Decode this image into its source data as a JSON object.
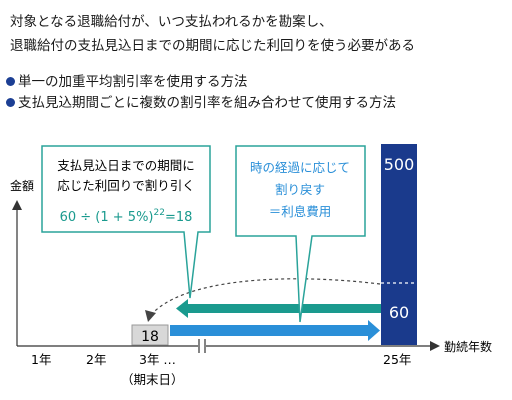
{
  "intro": {
    "line1": "対象となる退職給付が、いつ支払われるかを勘案し、",
    "line2": "退職給付の支払見込日までの期間に応じた利回りを使う必要がある"
  },
  "methods": [
    {
      "label": "単一の加重平均割引率を使用する方法"
    },
    {
      "label": "支払見込期間ごとに複数の割引率を組み合わせて使用する方法"
    }
  ],
  "diagram": {
    "y_axis_label": "金額",
    "x_axis_label": "勤続年数",
    "ticks": [
      "1年",
      "2年",
      "3年 …",
      "25年"
    ],
    "tick_sub": "（期末日）",
    "present_value": "18",
    "future_value_top": "500",
    "future_value_bottom": "60",
    "callout_left": {
      "line1": "支払見込日までの期間に",
      "line2": "応じた利回りで割り引く",
      "formula_a": "60 ÷ (1 + ",
      "formula_rate": "5%",
      "formula_b": ")",
      "formula_exp": "22",
      "formula_c": "=18"
    },
    "callout_right": {
      "line1": "時の経過に応じて",
      "line2": "割り戻す",
      "line3": "＝利息費用"
    },
    "colors": {
      "navy": "#1a3a8c",
      "teal": "#1a9a8e",
      "blue": "#2a8fd8",
      "callout_border": "#2aa39a",
      "formula": "#1a9a8e",
      "callout_right_text": "#2a8fd8",
      "grey_box": "#d8d8d8"
    }
  }
}
